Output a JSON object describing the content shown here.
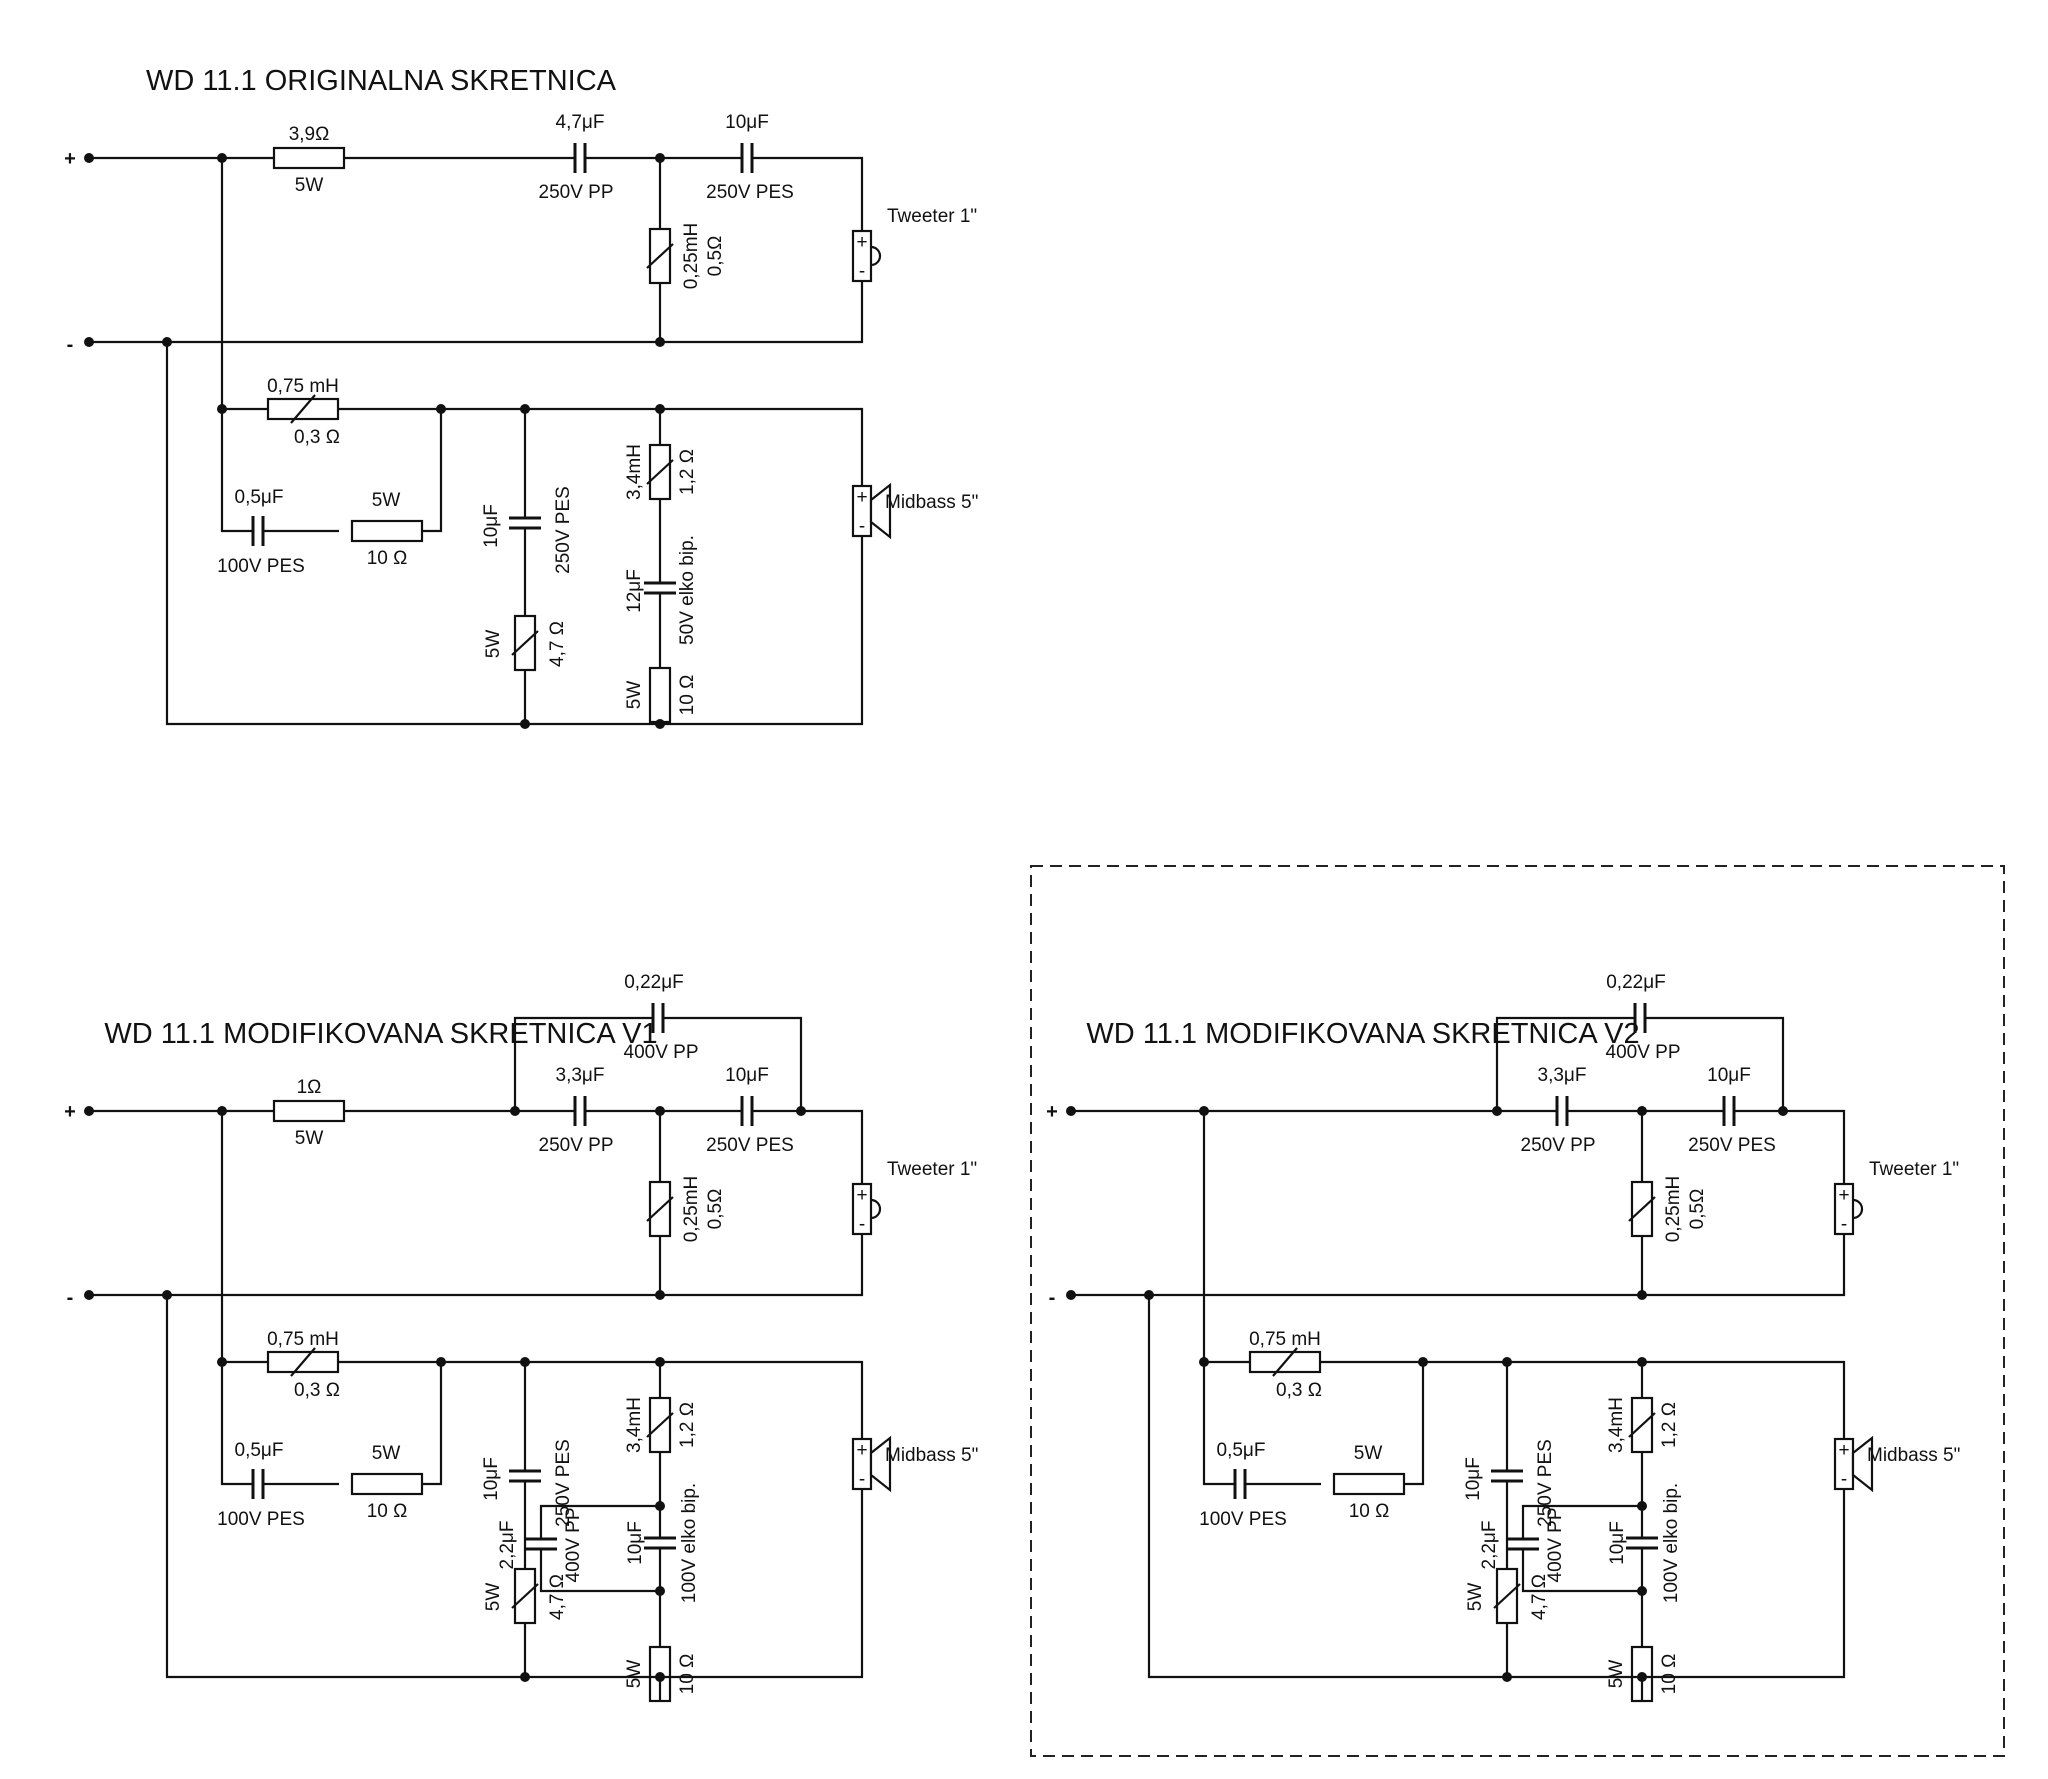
{
  "diagrams": [
    {
      "title": "WD 11.1 ORIGINALNA SKRETNICA",
      "tweeter": {
        "series_r": {
          "value": "3,9Ω",
          "power": "5W"
        },
        "c1": {
          "value": "4,7μF",
          "rating": "250V PP"
        },
        "c2": {
          "value": "10μF",
          "rating": "250V PES"
        },
        "bypass": null,
        "l": {
          "value": "0,25mH",
          "resistance": "0,5Ω"
        },
        "driver": "Tweeter 1\""
      },
      "midbass": {
        "l1": {
          "value": "0,75 mH",
          "resistance": "0,3 Ω"
        },
        "zobel": {
          "c": "0,5μF",
          "c_rating": "100V PES",
          "r": "10 Ω",
          "r_power": "5W"
        },
        "shunt_c": {
          "value": "10μF",
          "rating": "250V PES"
        },
        "shunt_r": {
          "value": "4,7 Ω",
          "power": "5W"
        },
        "notch_l": {
          "value": "3,4mH",
          "resistance": "1,2 Ω"
        },
        "notch_c": {
          "value": "12μF",
          "rating": "50V elko bip."
        },
        "notch_c_parallel": null,
        "notch_r": {
          "value": "10 Ω",
          "power": "5W"
        },
        "driver": "Midbass 5\""
      }
    },
    {
      "title": "WD 11.1 MODIFIKOVANA SKRETNICA V1",
      "tweeter": {
        "series_r": {
          "value": "1Ω",
          "power": "5W"
        },
        "c1": {
          "value": "3,3μF",
          "rating": "250V PP"
        },
        "c2": {
          "value": "10μF",
          "rating": "250V PES"
        },
        "bypass": {
          "value": "0,22μF",
          "rating": "400V PP"
        },
        "l": {
          "value": "0,25mH",
          "resistance": "0,5Ω"
        },
        "driver": "Tweeter 1\""
      },
      "midbass": {
        "l1": {
          "value": "0,75 mH",
          "resistance": "0,3 Ω"
        },
        "zobel": {
          "c": "0,5μF",
          "c_rating": "100V PES",
          "r": "10 Ω",
          "r_power": "5W"
        },
        "shunt_c": {
          "value": "10μF",
          "rating": "250V PES"
        },
        "shunt_r": {
          "value": "4,7 Ω",
          "power": "5W"
        },
        "notch_l": {
          "value": "3,4mH",
          "resistance": "1,2 Ω"
        },
        "notch_c": {
          "value": "10μF",
          "rating": "100V elko bip."
        },
        "notch_c_parallel": {
          "value": "2,2μF",
          "rating": "400V PP"
        },
        "notch_r": {
          "value": "10 Ω",
          "power": "5W"
        },
        "driver": "Midbass 5\""
      }
    },
    {
      "title": "WD 11.1 MODIFIKOVANA SKRETNICA V2",
      "tweeter": {
        "series_r": null,
        "c1": {
          "value": "3,3μF",
          "rating": "250V PP"
        },
        "c2": {
          "value": "10μF",
          "rating": "250V PES"
        },
        "bypass": {
          "value": "0,22μF",
          "rating": "400V PP"
        },
        "l": {
          "value": "0,25mH",
          "resistance": "0,5Ω"
        },
        "driver": "Tweeter 1\""
      },
      "midbass": {
        "l1": {
          "value": "0,75 mH",
          "resistance": "0,3 Ω"
        },
        "zobel": {
          "c": "0,5μF",
          "c_rating": "100V PES",
          "r": "10 Ω",
          "r_power": "5W"
        },
        "shunt_c": {
          "value": "10μF",
          "rating": "250V PES"
        },
        "shunt_r": {
          "value": "4,7 Ω",
          "power": "5W"
        },
        "notch_l": {
          "value": "3,4mH",
          "resistance": "1,2 Ω"
        },
        "notch_c": {
          "value": "10μF",
          "rating": "100V elko bip."
        },
        "notch_c_parallel": {
          "value": "2,2μF",
          "rating": "400V PP"
        },
        "notch_r": {
          "value": "10 Ω",
          "power": "5W"
        },
        "driver": "Midbass 5\""
      }
    }
  ],
  "terminals": {
    "plus": "+",
    "minus": "-"
  }
}
